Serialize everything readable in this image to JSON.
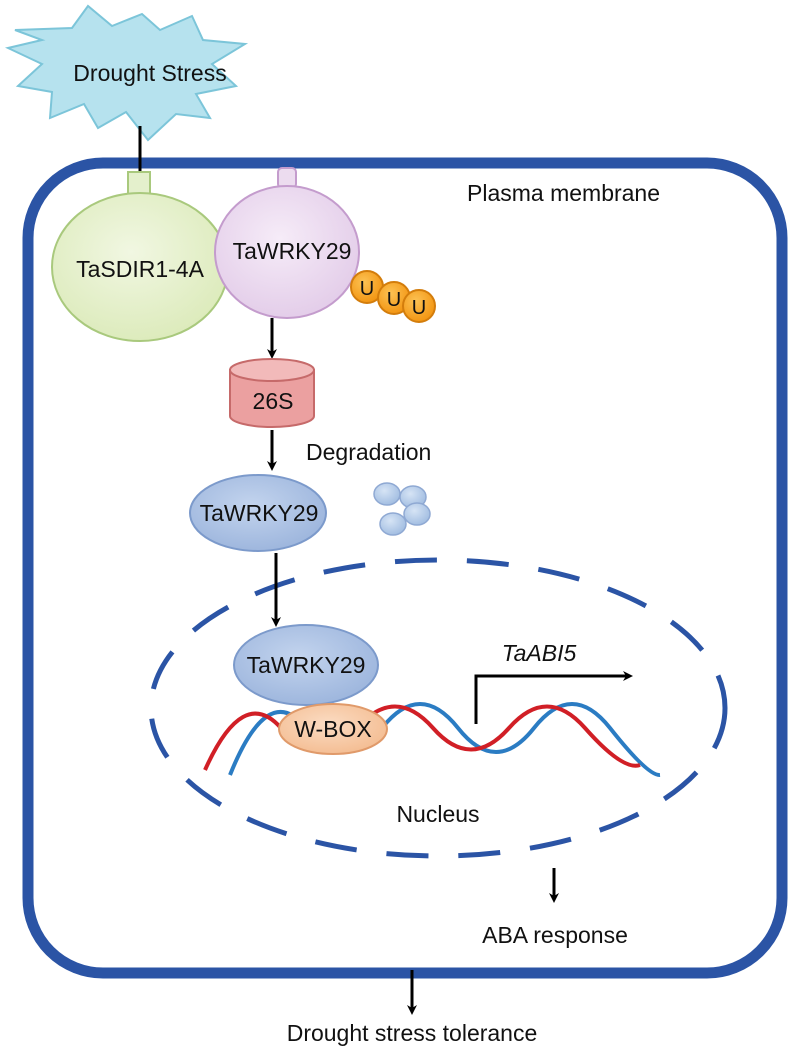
{
  "labels": {
    "drought_stress": "Drought Stress",
    "plasma_membrane": "Plasma membrane",
    "sdir": "TaSDIR1-4A",
    "wrky_membrane": "TaWRKY29",
    "ubiquitin": [
      "U",
      "U",
      "U"
    ],
    "proteasome": "26S",
    "degradation": "Degradation",
    "wrky_cytoplasm": "TaWRKY29",
    "wrky_nucleus": "TaWRKY29",
    "wbox": "W-BOX",
    "gene": "TaABI5",
    "nucleus": "Nucleus",
    "aba_response": "ABA response",
    "tolerance": "Drought stress tolerance"
  },
  "colors": {
    "membrane": "#2b54a5",
    "star_fill": "#b6e2ee",
    "star_stroke": "#7cc5d9",
    "sdir_fill": "#e4f0cc",
    "sdir_stroke": "#a9c97d",
    "wrky_mem_fill": "#ecdcef",
    "wrky_mem_stroke": "#c49ccd",
    "ubiquitin_fill": "#f7a21b",
    "ubiquitin_stroke": "#d37d0c",
    "proteasome_fill": "#eba0a0",
    "proteasome_stroke": "#c66a6a",
    "wrky_fill": "#a9c0e2",
    "wrky_stroke": "#7c9acb",
    "wbox_fill": "#f6c7a3",
    "wbox_stroke": "#e09a6a",
    "dna_red": "#d11f26",
    "dna_blue": "#2b7cc3",
    "nucleus_stroke": "#2b54a5"
  }
}
